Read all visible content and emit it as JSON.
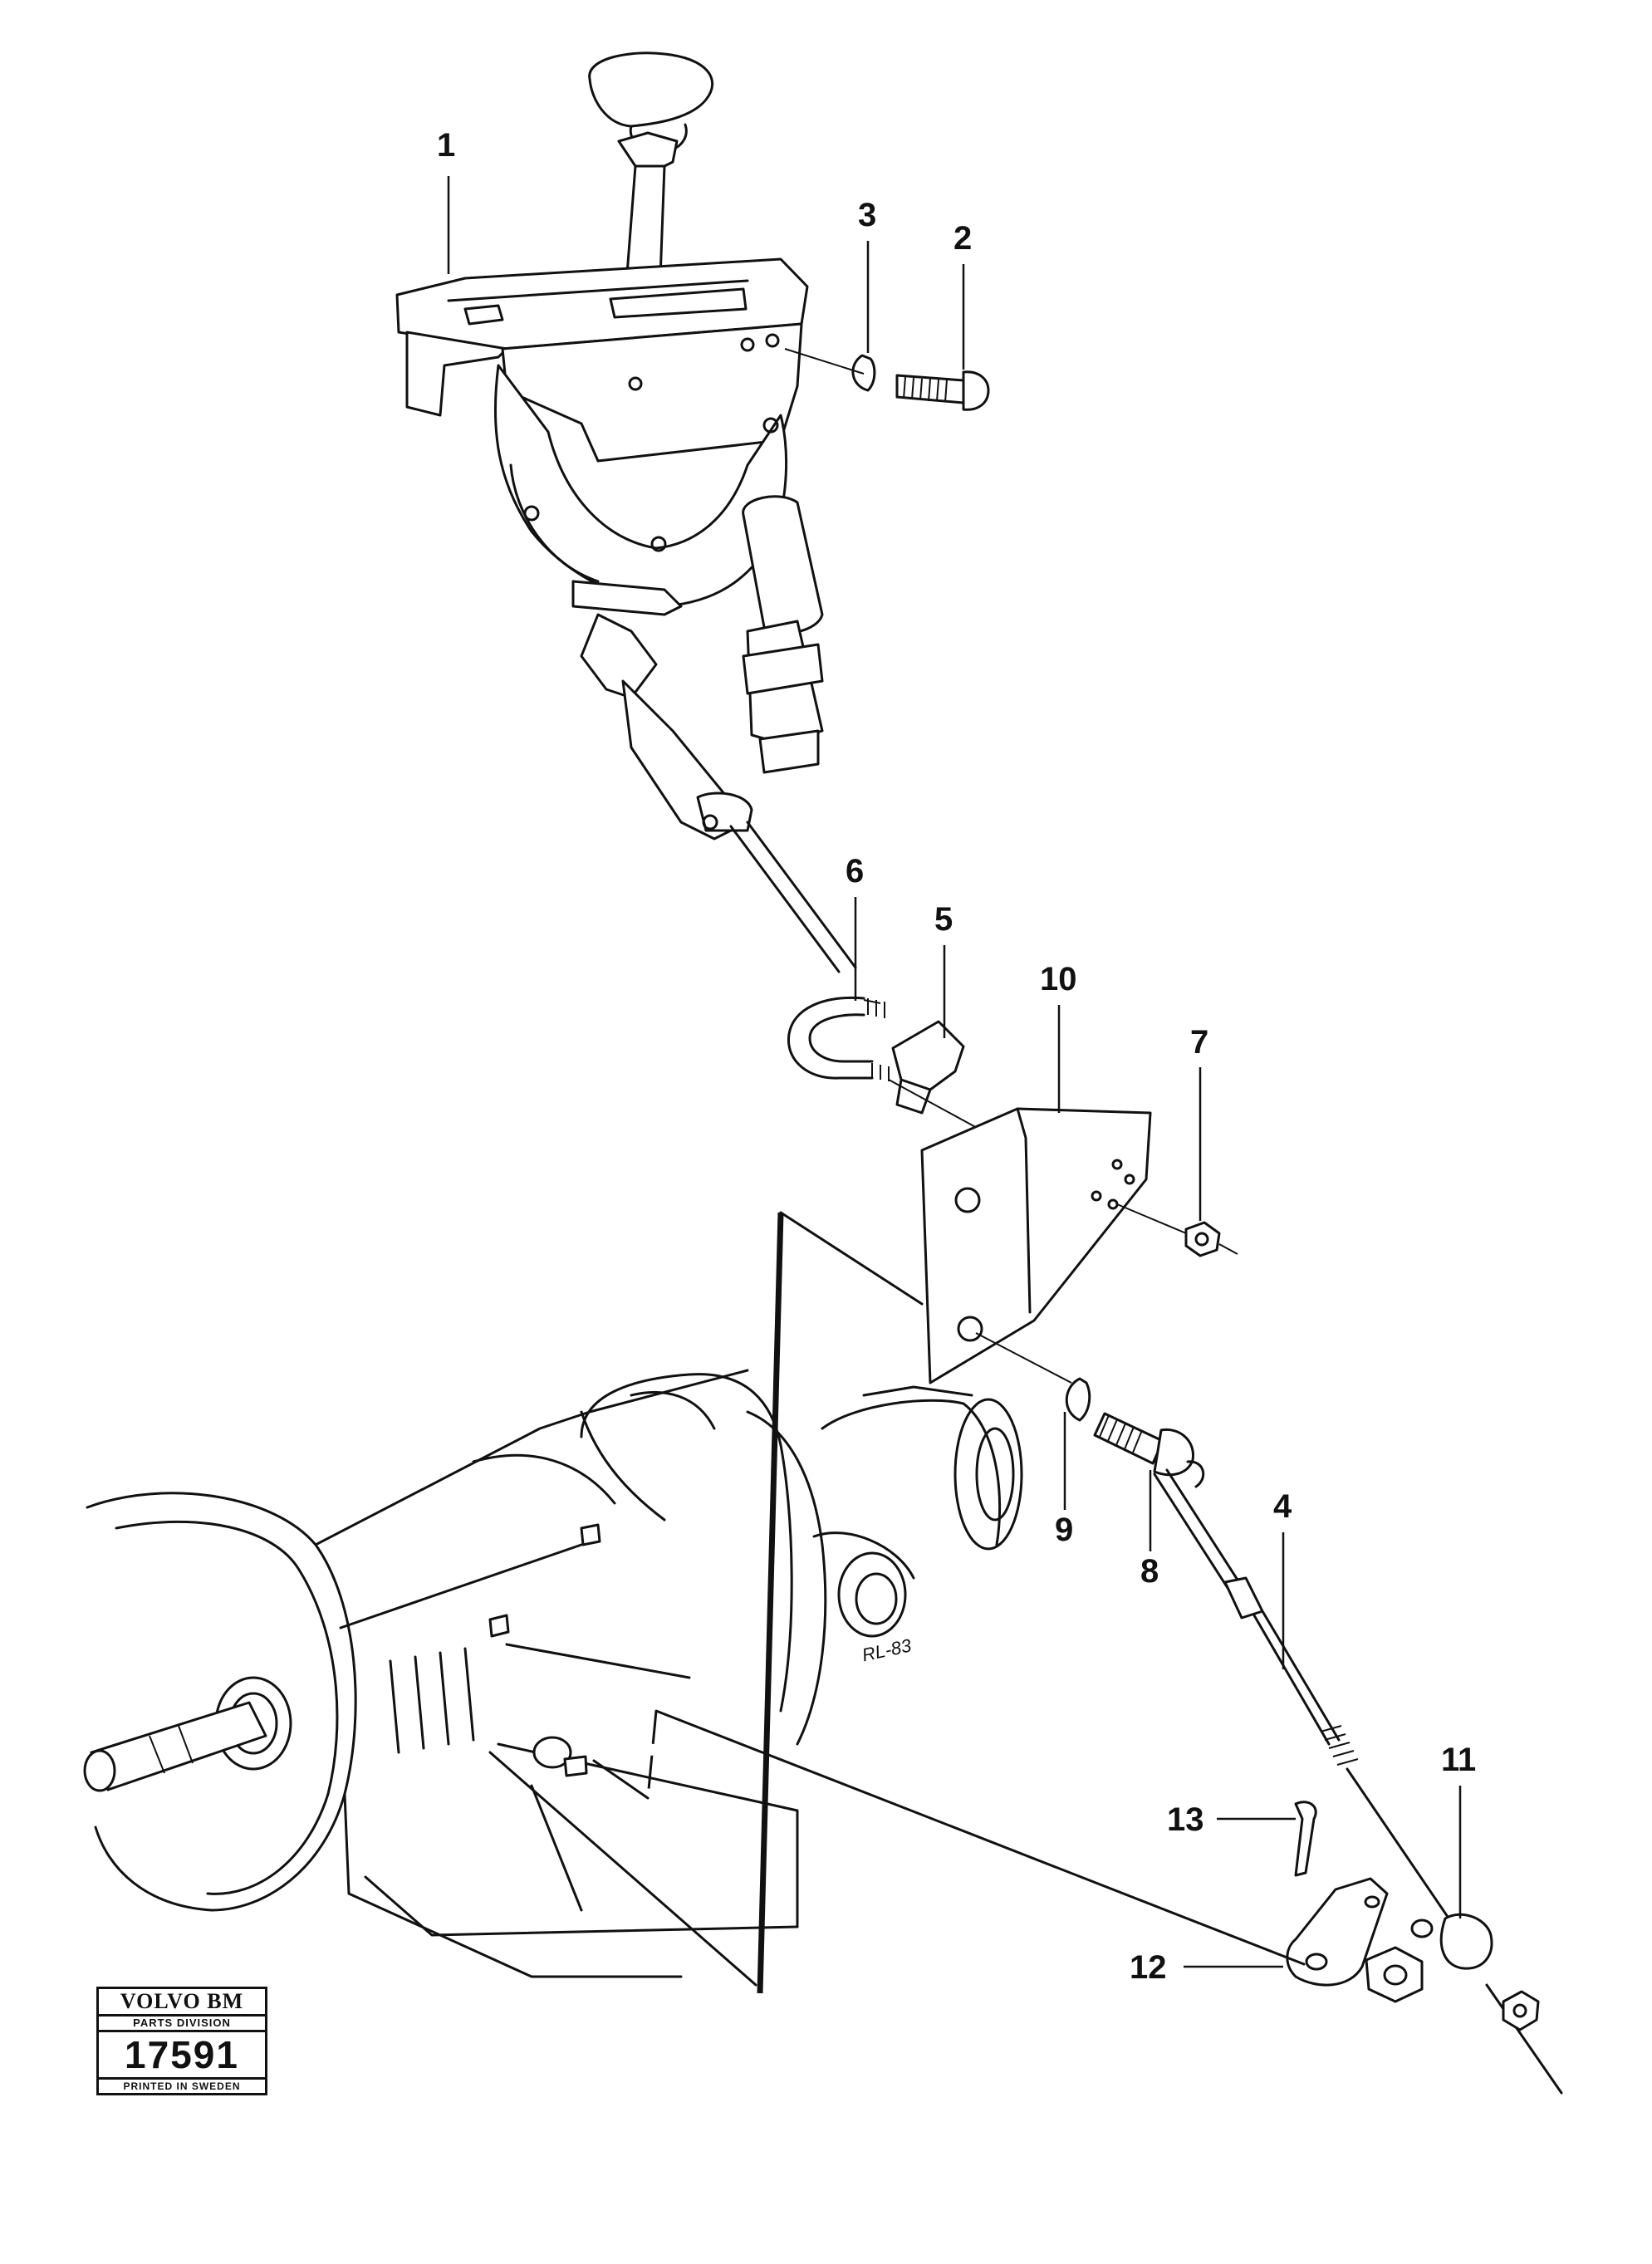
{
  "callouts": {
    "p1": "1",
    "p2": "2",
    "p3": "3",
    "p4": "4",
    "p5": "5",
    "p6": "6",
    "p7": "7",
    "p8": "8",
    "p9": "9",
    "p10": "10",
    "p11": "11",
    "p12": "12",
    "p13": "13"
  },
  "casting_mark": "RL-83",
  "stamp": {
    "brand": "VOLVO BM",
    "division": "PARTS DIVISION",
    "number": "17591",
    "printed": "PRINTED IN SWEDEN"
  }
}
